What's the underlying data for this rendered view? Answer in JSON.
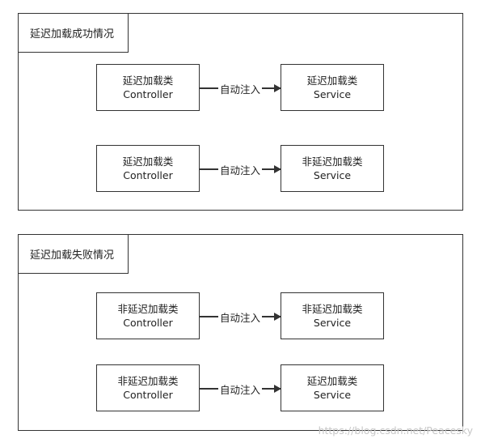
{
  "panels": [
    {
      "label": "延迟加载成功情况",
      "rows": [
        {
          "source": {
            "line1": "延迟加载类",
            "line2": "Controller"
          },
          "edge": "自动注入",
          "target": {
            "line1": "延迟加载类",
            "line2": "Service"
          }
        },
        {
          "source": {
            "line1": "延迟加载类",
            "line2": "Controller"
          },
          "edge": "自动注入",
          "target": {
            "line1": "非延迟加载类",
            "line2": "Service"
          }
        }
      ]
    },
    {
      "label": "延迟加载失败情况",
      "rows": [
        {
          "source": {
            "line1": "非延迟加载类",
            "line2": "Controller"
          },
          "edge": "自动注入",
          "target": {
            "line1": "非延迟加载类",
            "line2": "Service"
          }
        },
        {
          "source": {
            "line1": "非延迟加载类",
            "line2": "Controller"
          },
          "edge": "自动注入",
          "target": {
            "line1": "延迟加载类",
            "line2": "Service"
          }
        }
      ]
    }
  ],
  "watermark": "https://blog.csdn.net/Peacesky"
}
